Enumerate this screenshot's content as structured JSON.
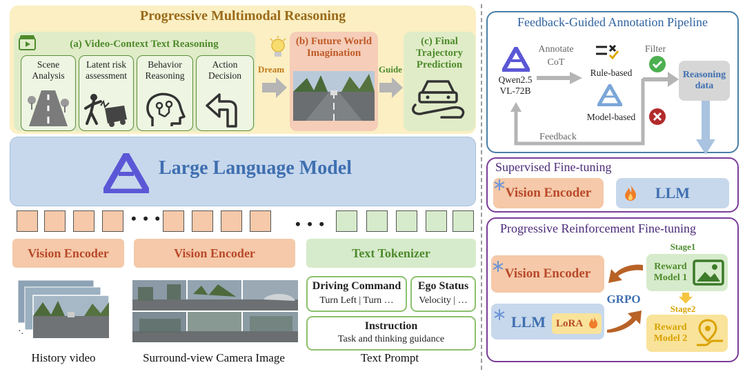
{
  "reasoning": {
    "title": "Progressive Multimodal Reasoning",
    "video_context_title": "(a) Video-Context Text Reasoning",
    "steps": [
      {
        "label": "Scene Analysis",
        "icon": "road-icon"
      },
      {
        "label": "Latent risk assessment",
        "icon": "accident-icon"
      },
      {
        "label": "Behavior Reasoning",
        "icon": "brain-icon"
      },
      {
        "label": "Action Decision",
        "icon": "turn-arrow-icon"
      }
    ],
    "dream_label": "Dream",
    "future_world_title": "(b) Future World Imagination",
    "guide_label": "Guide",
    "final_traj_title": "(c) Final Trajectory Prediction"
  },
  "llm": {
    "title": "Large Language Model",
    "icon": "qwen-logo-icon"
  },
  "inputs": {
    "dots": "• • •",
    "vision_encoder_label": "Vision Encoder",
    "text_tokenizer_label": "Text Tokenizer",
    "driving_command": {
      "title": "Driving Command",
      "value": "Turn Left | Turn …"
    },
    "ego_status": {
      "title": "Ego Status",
      "value": "Velocity | …"
    },
    "instruction": {
      "title": "Instruction",
      "value": "Task and thinking guidance"
    },
    "captions": [
      "History video",
      "Surround-view Camera Image",
      "Text Prompt"
    ]
  },
  "pipeline": {
    "title": "Feedback-Guided Annotation Pipeline",
    "model_name": "Qwen2.5 VL-72B",
    "annotate_label": "Annotate CoT",
    "rule_based": "Rule-based",
    "model_based": "Model-based",
    "filter_label": "Filter",
    "reasoning_data": "Reasoning data",
    "feedback_label": "Feedback"
  },
  "sft": {
    "title": "Supervised Fine-tuning",
    "vision_encoder": "Vision Encoder",
    "llm": "LLM"
  },
  "prft": {
    "title": "Progressive Reinforcement Fine-tuning",
    "vision_encoder": "Vision Encoder",
    "llm": "LLM",
    "lora": "LoRA",
    "grpo": "GRPO",
    "stage1": "Stage1",
    "stage2": "Stage2",
    "reward1": "Reward Model 1",
    "reward2": "Reward Model 2"
  },
  "colors": {
    "orange": "#f5c9a9",
    "green": "#d6ebcb",
    "blue": "#c7d8ec",
    "purple": "#7a3d98",
    "yellow_bg": "#fbefc3"
  }
}
